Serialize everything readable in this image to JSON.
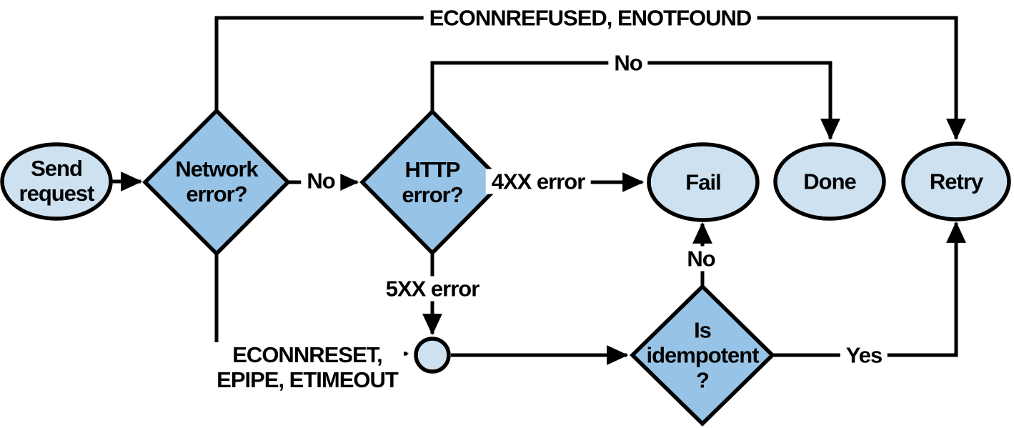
{
  "diagram": {
    "description": "Flowchart for deciding whether to retry an HTTP request after an error",
    "colors": {
      "background": "#ffffff",
      "stroke": "#000000",
      "node_fill_light": "#cde1f0",
      "node_fill_medium": "#97c4e6"
    },
    "nodes": {
      "send_request": {
        "type": "terminal-ellipse",
        "label": "Send\nrequest"
      },
      "network_error": {
        "type": "decision-diamond",
        "label": "Network\nerror?"
      },
      "http_error": {
        "type": "decision-diamond",
        "label": "HTTP\nerror?"
      },
      "fail": {
        "type": "terminal-ellipse",
        "label": "Fail"
      },
      "done": {
        "type": "terminal-ellipse",
        "label": "Done"
      },
      "retry": {
        "type": "terminal-ellipse",
        "label": "Retry"
      },
      "is_idempotent": {
        "type": "decision-diamond",
        "label": "Is\nidempotent\n?"
      },
      "junction": {
        "type": "connector-circle",
        "label": ""
      }
    },
    "edges": [
      {
        "from": "send_request",
        "to": "network_error",
        "label": ""
      },
      {
        "from": "network_error",
        "to": "retry",
        "label": "ECONNREFUSED, ENOTFOUND"
      },
      {
        "from": "network_error",
        "to": "http_error",
        "label": "No"
      },
      {
        "from": "http_error",
        "to": "done",
        "label": "No"
      },
      {
        "from": "http_error",
        "to": "fail",
        "label": "4XX error"
      },
      {
        "from": "http_error",
        "to": "junction",
        "label": "5XX error"
      },
      {
        "from": "network_error",
        "to": "junction",
        "label": "ECONNRESET,\nEPIPE, ETIMEOUT"
      },
      {
        "from": "junction",
        "to": "is_idempotent",
        "label": ""
      },
      {
        "from": "is_idempotent",
        "to": "fail",
        "label": "No"
      },
      {
        "from": "is_idempotent",
        "to": "retry",
        "label": "Yes"
      }
    ]
  }
}
